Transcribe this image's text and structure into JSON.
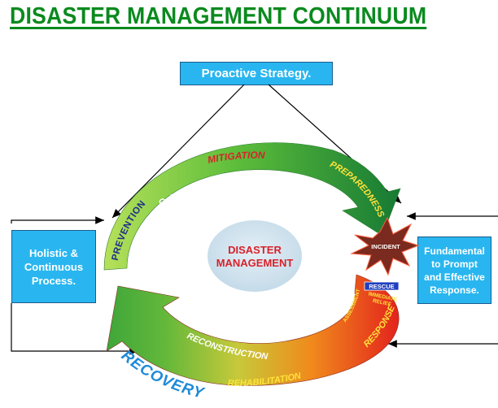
{
  "title": "DISASTER MANAGEMENT CONTINUUM",
  "boxes": {
    "proactive": "Proactive Strategy.",
    "holistic": [
      "Holistic &",
      "Continuous",
      "Process."
    ],
    "fundamental": [
      "Fundamental",
      "to Prompt",
      "and Effective",
      "Response."
    ]
  },
  "center_label": [
    "DISASTER",
    "MANAGEMENT"
  ],
  "cycle_labels": {
    "mitigation": "MITIGATION",
    "capacity_development": "CAPACITY DEVELOPMENT",
    "preparedness": "PREPAREDNESS",
    "prevention": "PREVENTION",
    "incident": "INCIDENT",
    "rescue": "RESCUE",
    "immediate_relief": [
      "IMMEDIATE",
      "RELIEF"
    ],
    "assessment": "ASSESSMENT",
    "response": "RESPONSE",
    "reconstruction": "RECONSTRUCTION",
    "rehabilitation": "REHABILITATION",
    "recovery": "RECOVERY"
  },
  "colors": {
    "title": "#0a8a1e",
    "box_fill": "#29b6f0",
    "arrow_green_light": "#8ed63c",
    "arrow_green_dark": "#17722e",
    "arrow_red": "#e0261c",
    "center_ellipse": "#cfe2ef",
    "incident_burst": "#7a2a1e"
  }
}
